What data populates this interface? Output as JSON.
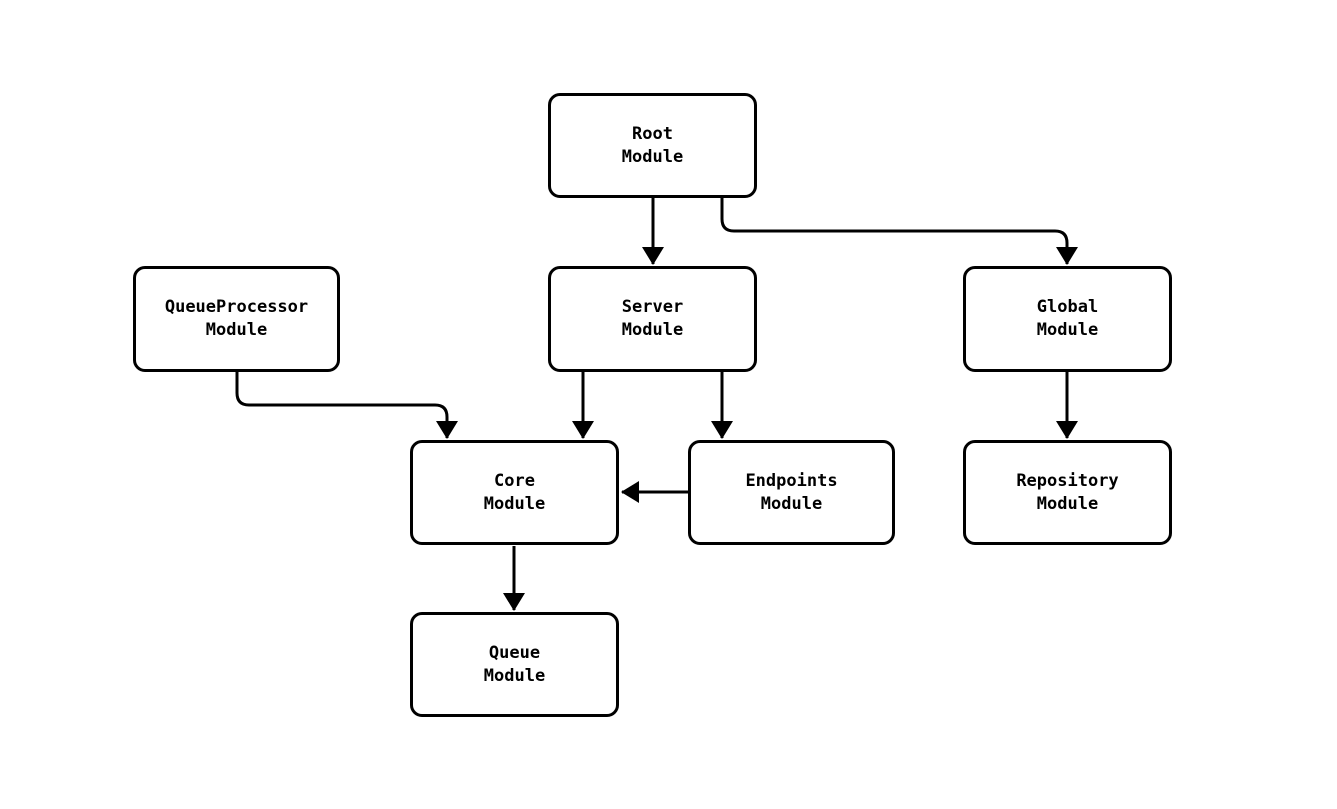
{
  "diagram": {
    "type": "module-dependency-flowchart",
    "colors": {
      "background": "#ffffff",
      "node_fill": "#ffffff",
      "node_border": "#000000",
      "edge": "#000000"
    },
    "nodes": {
      "root": {
        "label": "Root\nModule"
      },
      "queue_processor": {
        "label": "QueueProcessor\nModule"
      },
      "server": {
        "label": "Server\nModule"
      },
      "global": {
        "label": "Global\nModule"
      },
      "core": {
        "label": "Core\nModule"
      },
      "endpoints": {
        "label": "Endpoints\nModule"
      },
      "repository": {
        "label": "Repository\nModule"
      },
      "queue": {
        "label": "Queue\nModule"
      }
    },
    "edges": [
      {
        "from": "Root Module",
        "to": "Server Module"
      },
      {
        "from": "Root Module",
        "to": "Global Module"
      },
      {
        "from": "QueueProcessor Module",
        "to": "Core Module"
      },
      {
        "from": "Server Module",
        "to": "Core Module"
      },
      {
        "from": "Server Module",
        "to": "Endpoints Module"
      },
      {
        "from": "Endpoints Module",
        "to": "Core Module"
      },
      {
        "from": "Global Module",
        "to": "Repository Module"
      },
      {
        "from": "Core Module",
        "to": "Queue Module"
      }
    ]
  }
}
